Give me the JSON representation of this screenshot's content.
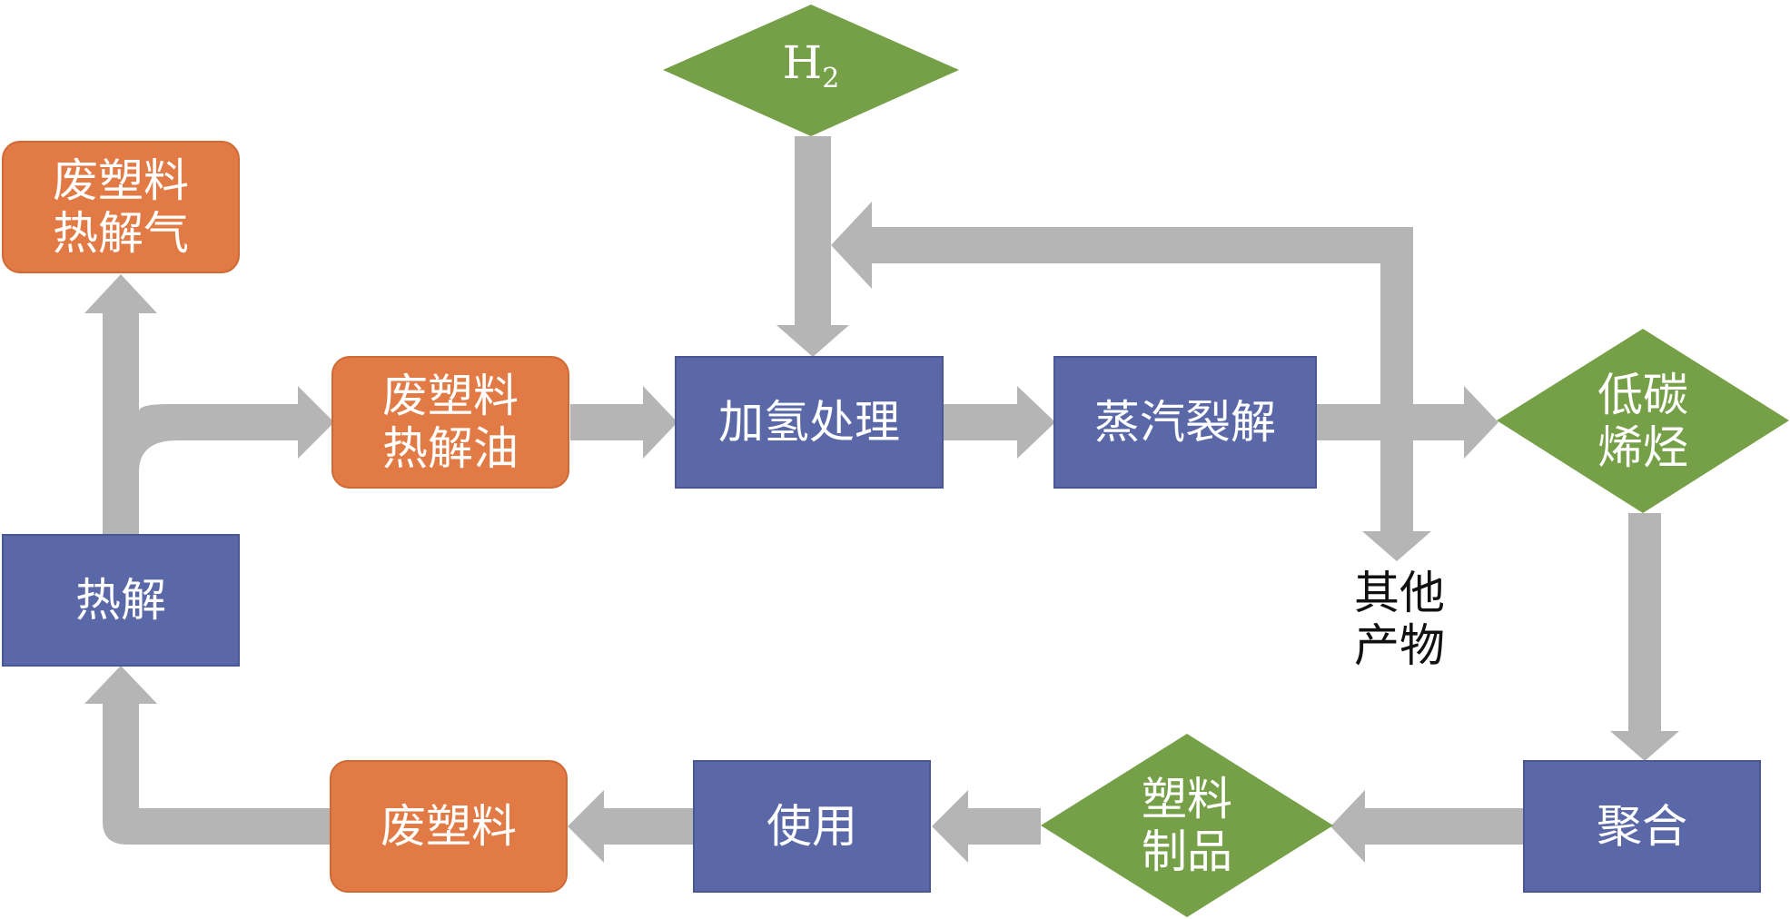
{
  "colors": {
    "process": "#5a68a8",
    "material": "#e17a45",
    "output": "#76a048",
    "arrow": "#b5b5b5",
    "text": "#ffffff"
  },
  "nodes": {
    "waste_plastic_pyrolysis_gas": [
      "废塑料",
      "热解气"
    ],
    "waste_plastic_pyrolysis_oil": [
      "废塑料",
      "热解油"
    ],
    "hydrotreating": "加氢处理",
    "steam_cracking": "蒸汽裂解",
    "low_carbon_olefins": [
      "低碳",
      "烯烃"
    ],
    "pyrolysis": "热解",
    "other_products": [
      "其他",
      "产物"
    ],
    "polymerization": "聚合",
    "plastic_products": [
      "塑料",
      "制品"
    ],
    "use": "使用",
    "waste_plastic": "废塑料",
    "hydrogen": {
      "base": "H",
      "sub": "2"
    }
  }
}
